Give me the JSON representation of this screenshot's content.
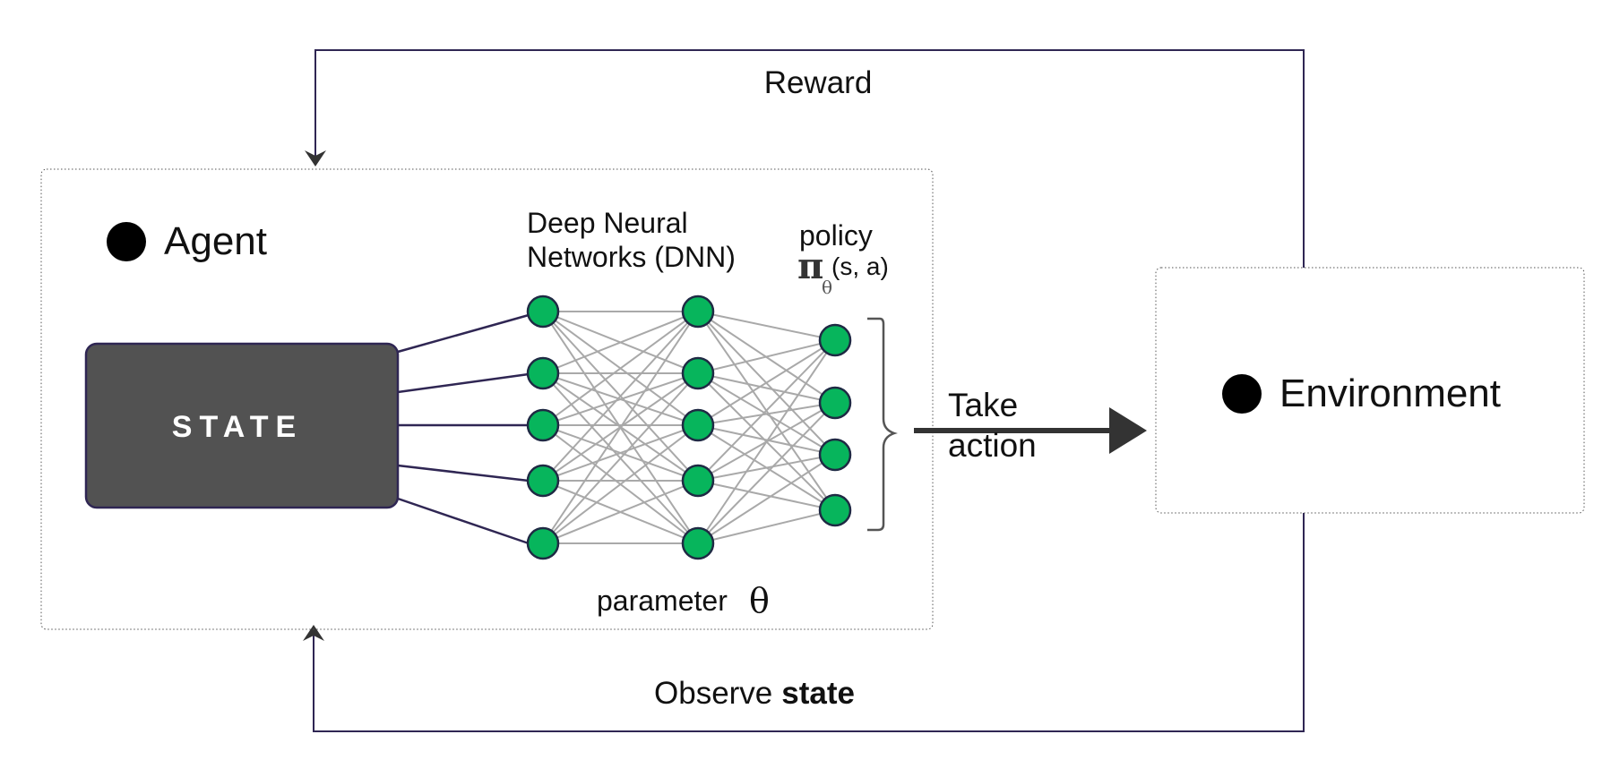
{
  "colors": {
    "loop_line": "#2f2653",
    "node_fill": "#07b55c",
    "node_stroke": "#1f2a44",
    "edge_gray": "#a9a9a9",
    "state_fill": "#525252",
    "arrow_dark": "#333333"
  },
  "icons": {
    "agent_marker": "filled-circle",
    "environment_marker": "filled-circle"
  },
  "labels": {
    "reward": "Reward",
    "agent": "Agent",
    "environment": "Environment",
    "state_box": "STATE",
    "dnn_line1": "Deep Neural",
    "dnn_line2": "Networks (DNN)",
    "policy": "policy",
    "pi_symbol": "π",
    "pi_subscript": "θ",
    "pi_args": "(s, a)",
    "parameter_text": "parameter",
    "theta": "θ",
    "take_action_line1": "Take",
    "take_action_line2": "action",
    "observe": "Observe",
    "observe_bold": "state"
  },
  "network": {
    "layers": [
      5,
      5,
      4
    ]
  }
}
